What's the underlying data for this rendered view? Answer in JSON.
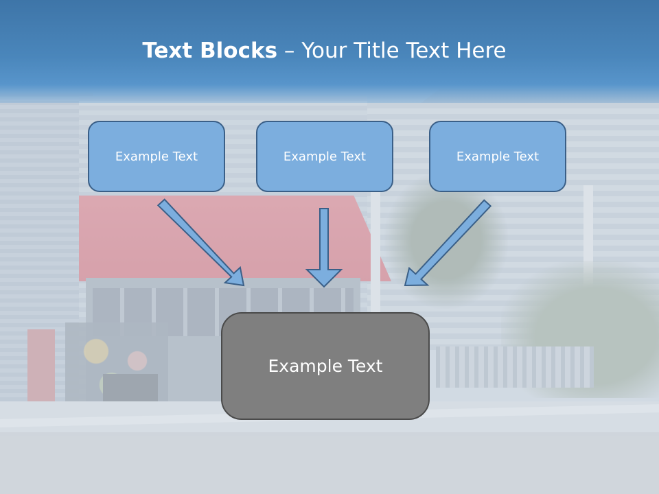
{
  "slide": {
    "title_bold": "Text Blocks",
    "title_rest": " – Your Title Text Here"
  },
  "diagram": {
    "top_blocks": [
      {
        "label": "Example Text"
      },
      {
        "label": "Example Text"
      },
      {
        "label": "Example Text"
      }
    ],
    "center_block": {
      "label": "Example Text"
    }
  },
  "colors": {
    "header": "#4a86bb",
    "top_block_fill": "#7caede",
    "top_block_border": "#3a5f87",
    "center_block_fill": "#7f7f7f",
    "center_block_border": "#4a4a4a",
    "arrow_fill": "#7caede",
    "arrow_stroke": "#3a5f87"
  }
}
